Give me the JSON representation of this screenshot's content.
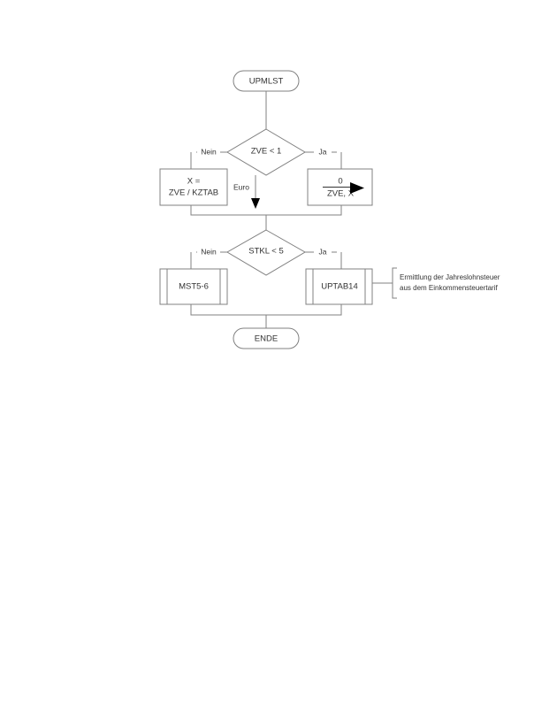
{
  "diagram": {
    "title": "UPMLST",
    "type": "flowchart",
    "language": "de",
    "colors": {
      "background": "#ffffff",
      "shape_stroke": "#808080",
      "text": "#333333",
      "arrow_fill": "#000000"
    },
    "nodes": [
      {
        "id": "start",
        "kind": "terminator",
        "label": "UPMLST"
      },
      {
        "id": "dec_zve",
        "kind": "decision",
        "label": "ZVE < 1"
      },
      {
        "id": "proc_x",
        "kind": "process",
        "label_line1": "X =",
        "label_line2": "ZVE / KZTAB"
      },
      {
        "id": "proc_zero",
        "kind": "process",
        "numerator": "0",
        "denominator": "ZVE, X"
      },
      {
        "id": "dec_stkl",
        "kind": "decision",
        "label": "STKL < 5"
      },
      {
        "id": "sub_mst",
        "kind": "subroutine",
        "label": "MST5-6"
      },
      {
        "id": "sub_uptab",
        "kind": "subroutine",
        "label": "UPTAB14"
      },
      {
        "id": "end",
        "kind": "terminator",
        "label": "ENDE"
      }
    ],
    "edge_labels": {
      "zve_no": "Nein",
      "zve_yes": "Ja",
      "zve_merge": "Euro",
      "stkl_no": "Nein",
      "stkl_yes": "Ja"
    },
    "annotation": {
      "target": "sub_uptab",
      "line1": "Ermittlung der Jahreslohnsteuer",
      "line2": "aus dem Einkommensteuertarif"
    }
  }
}
